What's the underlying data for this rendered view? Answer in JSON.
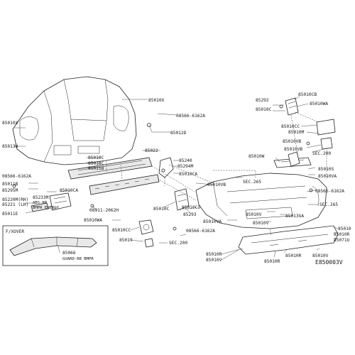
{
  "diagram_id": "E850003V",
  "inset": {
    "title": "F/XOVER",
    "part_no": "85066",
    "desc": "GUARD-RR BMPR"
  },
  "labels": {
    "p85010X": "85010X",
    "p08566_top": "08566-6162A",
    "p85012D": "85012D",
    "p85010X_l": "85010X",
    "p85013H": "85013H",
    "p85010C_a": "85010C",
    "p85010C_b": "85010C",
    "p85011B_a": "85011B",
    "p85022": "85022",
    "p85240": "85240",
    "p85294M": "85294M",
    "p85010CA_a": "85010CA",
    "p08566_left": "08566-6162A",
    "p85011B_b": "85011B",
    "p85295M": "85295M",
    "p85010CA_b": "85010CA",
    "p85220": "85220M(RH)",
    "p85221": "85221 (LH)",
    "p85011E": "85011E",
    "p85233M": "85233M",
    "p_abs1": "ABS-RR",
    "p_abs2": "BMPR ENERGY",
    "p08911": "08911-2062H",
    "p85010WA_bl": "85010WA",
    "p85010C_m": "85010C",
    "p85293": "85293",
    "p85010CC_bm": "85010CC",
    "p85019": "85019",
    "p08566_bot": "08566-6162A",
    "p_sec200_b": "SEC.200",
    "p85010C3": "85010C3",
    "p85010VB": "85010VB",
    "p_sec265_m": "SEC.265",
    "p85010W": "85010W",
    "p85010VB_r": "85010VB",
    "p85010S": "85010S",
    "p85010VA_r": "85010VA",
    "p08566_right": "08566-6162A",
    "p_sec265_r": "SEC.265",
    "p85010V_a": "85010V",
    "p85010V_b": "85010V",
    "p85010VA_m": "85010VA",
    "p85013GA": "85013GA",
    "p85292": "85292",
    "p85010CB": "85010CB",
    "p85010C_tr": "85010C",
    "p85010WA_tr": "85010WA",
    "p85010CC_tr": "85010CC",
    "p85010M": "85010M",
    "p85010VB_tr": "85010VB",
    "p_sec200_r": "SEC.200",
    "p85010R_l": "85010R",
    "p85010V_bl": "85010V",
    "p85010R_b": "85010R",
    "p85010R_m": "85010R",
    "p85010V_br": "85010V",
    "p85010": "85010",
    "p85010R_r": "85010R",
    "p85071U": "85071U"
  }
}
